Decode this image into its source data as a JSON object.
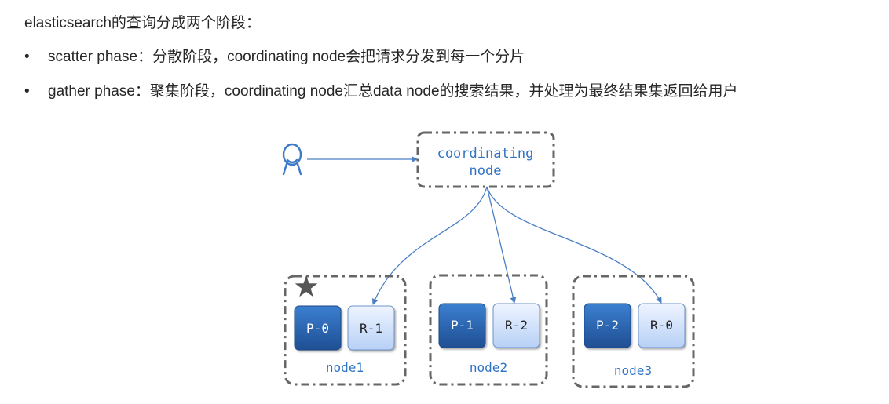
{
  "intro": "elasticsearch的查询分成两个阶段：",
  "bullets": [
    {
      "marker": "•",
      "text": "scatter phase：分散阶段，coordinating node会把请求分发到每一个分片"
    },
    {
      "marker": "•",
      "text": "gather phase：聚集阶段，coordinating node汇总data node的搜索结果，并处理为最终结果集返回给用户"
    }
  ],
  "diagram": {
    "coordinator_line1": "coordinating",
    "coordinator_line2": "node",
    "user_icon": "user-icon",
    "master_icon": "star-icon",
    "colors": {
      "primary_shard": "#2e6bb8",
      "replica_shard": "#cfe0fb",
      "text_blue": "#2f73c5",
      "dashed_border": "#666666",
      "arrow": "#4a7fc4"
    },
    "nodes": [
      {
        "name": "node1",
        "shards": [
          "P-0",
          "R-1"
        ]
      },
      {
        "name": "node2",
        "shards": [
          "P-1",
          "R-2"
        ]
      },
      {
        "name": "node3",
        "shards": [
          "P-2",
          "R-0"
        ]
      }
    ]
  }
}
